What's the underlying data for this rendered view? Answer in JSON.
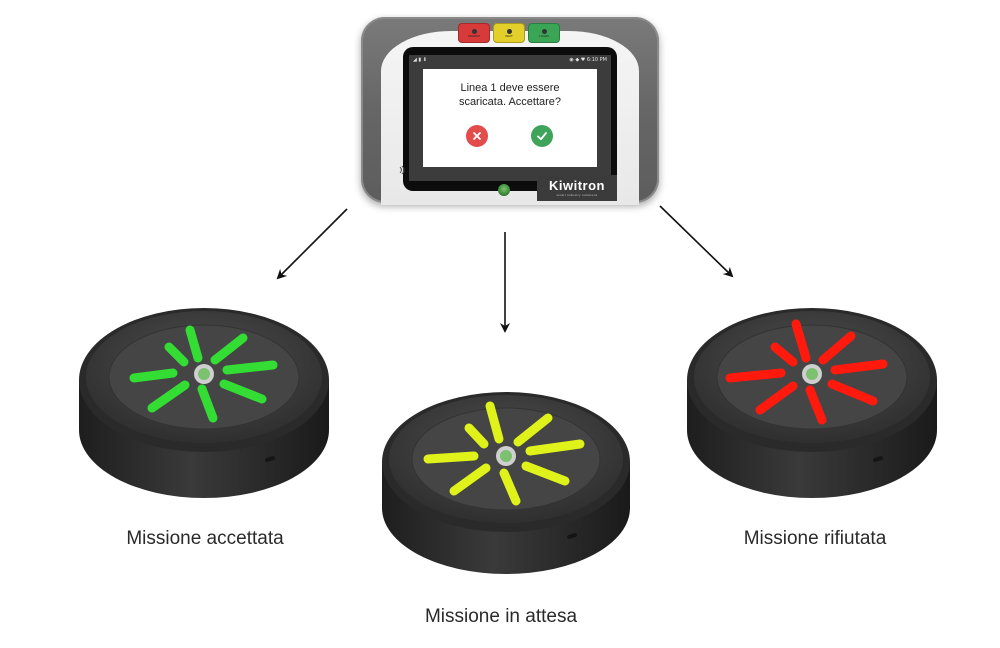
{
  "terminal": {
    "buttons": [
      {
        "label": "URGENT",
        "color": "#d83a3a"
      },
      {
        "label": "WAIT",
        "color": "#e3cf2a"
      },
      {
        "label": "LOGIN",
        "color": "#3aa655"
      }
    ],
    "status_bar": {
      "right": "6:10 PM"
    },
    "dialog": {
      "line1": "Linea 1 deve essere",
      "line2": "scaricata. Accettare?",
      "cancel_icon": "close-icon",
      "accept_icon": "check-icon"
    },
    "brand": {
      "name": "Kiwitron",
      "tagline": "smart industry solutions"
    }
  },
  "pucks": [
    {
      "id": "accepted",
      "caption": "Missione accettata",
      "light_color": "#33dd33"
    },
    {
      "id": "waiting",
      "caption": "Missione in attesa",
      "light_color": "#dff21a"
    },
    {
      "id": "refused",
      "caption": "Missione rifiutata",
      "light_color": "#ff1a0d"
    }
  ]
}
